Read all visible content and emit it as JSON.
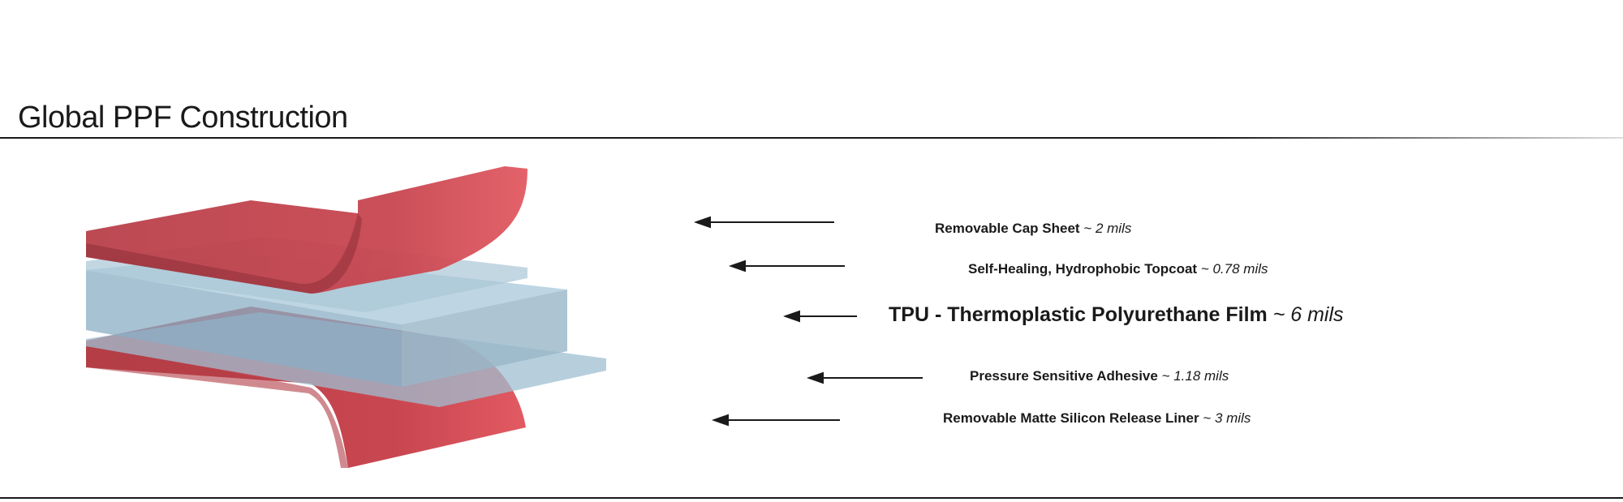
{
  "title": "Global PPF Construction",
  "colors": {
    "red": "#c4474e",
    "blue": "#9fbfd2",
    "text": "#1a1a1a"
  },
  "layers": [
    {
      "name": "Removable Cap Sheet",
      "thickness": "~ 2 mils"
    },
    {
      "name": "Self-Healing, Hydrophobic Topcoat",
      "thickness": "~ 0.78 mils"
    },
    {
      "name": "TPU - Thermoplastic Polyurethane Film",
      "thickness": "~ 6 mils"
    },
    {
      "name": "Pressure Sensitive Adhesive",
      "thickness": "~ 1.18 mils"
    },
    {
      "name": "Removable Matte Silicon Release Liner",
      "thickness": "~ 3 mils"
    }
  ]
}
